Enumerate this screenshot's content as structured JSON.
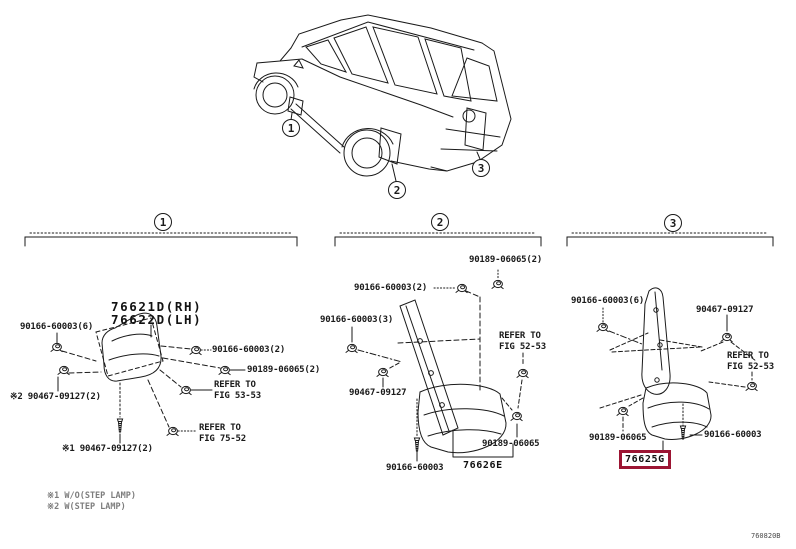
{
  "figure": {
    "footer_code": "760820B",
    "highlight_color": "#9c1533"
  },
  "vehicle": {
    "callouts": [
      "1",
      "2",
      "3"
    ]
  },
  "sections": [
    {
      "number": "1",
      "part_label": "76621D(RH)\n76622D(LH)",
      "labels": {
        "bolt6": "90166-60003(6)",
        "star2": "※2 90467-09127(2)",
        "bolt2": "90166-60003(2)",
        "nut2": "90189-06065(2)",
        "refer1": "REFER TO\nFIG 53-53",
        "refer2": "REFER TO\nFIG 75-52",
        "star1": "※1 90467-09127(2)"
      }
    },
    {
      "number": "2",
      "part_label": "76626E",
      "labels": {
        "nut2": "90189-06065(2)",
        "bolt2": "90166-60003(2)",
        "bolt3": "90166-60003(3)",
        "refer": "REFER TO\nFIG 52-53",
        "screw": "90467-09127",
        "bolt": "90166-60003",
        "nut": "90189-06065"
      }
    },
    {
      "number": "3",
      "part_label": "76625G",
      "labels": {
        "bolt6": "90166-60003(6)",
        "screw": "90467-09127",
        "refer": "REFER TO\nFIG 52-53",
        "nut": "90189-06065",
        "bolt": "90166-60003"
      }
    }
  ],
  "notes": {
    "line1": "※1 W/O(STEP LAMP)",
    "line2": "※2 W(STEP LAMP)"
  }
}
